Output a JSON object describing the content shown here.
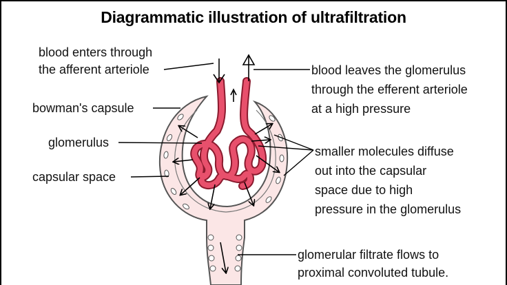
{
  "title": "Diagrammatic illustration of ultrafiltration",
  "labels": {
    "afferent_line1": "blood enters through",
    "afferent_line2": "the afferent arteriole",
    "efferent_line1": "blood leaves the glomerulus",
    "efferent_line2": "through the efferent arteriole",
    "efferent_line3": "at a high pressure",
    "bowmans_capsule": "bowman's capsule",
    "glomerulus": "glomerulus",
    "capsular_space": "capsular space",
    "diffuse_line1": "smaller molecules diffuse",
    "diffuse_line2": "out into the capsular",
    "diffuse_line3": "space due to high",
    "diffuse_line4": "pressure in the glomerulus",
    "filtrate_line1": "glomerular filtrate flows to",
    "filtrate_line2": "proximal convoluted tubule."
  },
  "colors": {
    "capillary": "#e8506c",
    "capillary_outline": "#8a1a2e",
    "capsule_fill": "#fbe6e6",
    "capsule_outline": "#555555",
    "line": "#000000"
  }
}
